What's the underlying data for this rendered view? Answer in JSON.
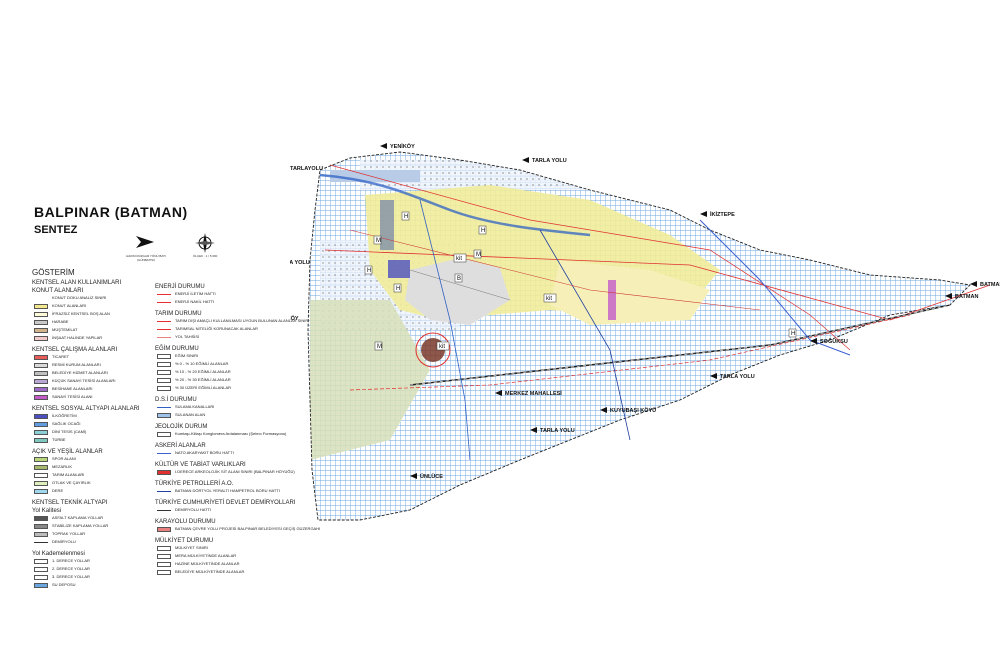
{
  "title": "BALPINAR (BATMAN)",
  "subtitle": "SENTEZ",
  "north_caption": "HAKIM RÜZGAR YÖNÜ BATI (GÜNBATISI)",
  "compass_label": "KUZEY",
  "scale_note": "ÖLÇEK : 1 / 5 000",
  "legend": {
    "heading": "GÖSTERİM",
    "sections": [
      {
        "name": "col1_kentsel",
        "title": "KENTSEL ALAN KULLANIMLARI",
        "sub": "KONUT ALANLARI",
        "items": [
          {
            "label": "KONUT DOKU ANALİZ SINIRI",
            "color": "#ffffff",
            "kind": "line"
          },
          {
            "label": "KONUT ALANLARI",
            "color": "#f3e88e",
            "kind": "box"
          },
          {
            "label": "İFRAZSIZ KENTSEL BOŞ ALAN",
            "color": "#fdfbd8",
            "kind": "box"
          },
          {
            "label": "HARABE",
            "color": "#c9c9c9",
            "kind": "box"
          },
          {
            "label": "MÜŞTEMİLAT",
            "color": "#d2b48c",
            "kind": "box"
          },
          {
            "label": "İNŞAAT HALİNDE YAPILAR",
            "color": "#f4c9c9",
            "kind": "box"
          }
        ]
      },
      {
        "name": "col1_calisma",
        "title": "KENTSEL ÇALIŞMA ALANLARI",
        "items": [
          {
            "label": "TİCARET",
            "color": "#e85c5c",
            "kind": "box"
          },
          {
            "label": "RESMİ KURUM ALANLARI",
            "color": "#d9d9d9",
            "kind": "box"
          },
          {
            "label": "BELEDİYE HİZMET ALANLARI",
            "color": "#bfbfbf",
            "kind": "box"
          },
          {
            "label": "KÜÇÜK SANAYİ TESİSİ ALANLARI",
            "color": "#b7a6d6",
            "kind": "box"
          },
          {
            "label": "BESİHANE ALANLARI",
            "color": "#9d6ac7",
            "kind": "box"
          },
          {
            "label": "SANAYİ TESİSİ ALANI",
            "color": "#c35bc9",
            "kind": "box"
          }
        ]
      },
      {
        "name": "col1_sosyal",
        "title": "KENTSEL SOSYAL ALTYAPI ALANLARI",
        "items": [
          {
            "label": "İLKÖĞRETİM",
            "color": "#4b4fbf",
            "kind": "box"
          },
          {
            "label": "SAĞLIK OCAĞI",
            "color": "#5f9de0",
            "kind": "box"
          },
          {
            "label": "DİNİ TESİS (CAMİ)",
            "color": "#8bd0d6",
            "kind": "box"
          },
          {
            "label": "TÜRBE",
            "color": "#7fc8c0",
            "kind": "box"
          }
        ]
      },
      {
        "name": "col1_acik",
        "title": "AÇIK VE YEŞİL ALANLAR",
        "items": [
          {
            "label": "SPOR ALANI",
            "color": "#b9d67a",
            "kind": "box"
          },
          {
            "label": "MEZARLIK",
            "color": "#a6b86b",
            "kind": "box"
          },
          {
            "label": "TARIM ALANLARI",
            "color": "#ffffff",
            "kind": "box"
          },
          {
            "label": "OTLAK VE ÇAYIRLIK",
            "color": "#dfeebd",
            "kind": "box"
          },
          {
            "label": "DERE",
            "color": "#9fd7ef",
            "kind": "box"
          }
        ]
      },
      {
        "name": "col1_teknik",
        "title": "KENTSEL TEKNİK ALTYAPI",
        "sub": "Yol Kalitesi",
        "items": [
          {
            "label": "ASFALT KAPLAMA YOLLAR",
            "color": "#555555",
            "kind": "box"
          },
          {
            "label": "STABİLİZE KAPLAMA YOLLAR",
            "color": "#888888",
            "kind": "box"
          },
          {
            "label": "TOPRAK YOLLAR",
            "color": "#bbbbbb",
            "kind": "box"
          },
          {
            "label": "DEMİRYOLU",
            "color": "#333333",
            "kind": "line"
          }
        ]
      },
      {
        "name": "col1_kademe",
        "title": "Yol Kademelenmesi",
        "items": [
          {
            "label": "1. DERECE YOLLAR",
            "color": "#ffffff",
            "kind": "box"
          },
          {
            "label": "2. DERECE YOLLAR",
            "color": "#ffffff",
            "kind": "box"
          },
          {
            "label": "3. DERECE YOLLAR",
            "color": "#ffffff",
            "kind": "box"
          },
          {
            "label": "SU DEPOSU",
            "color": "#6aa6e0",
            "kind": "box"
          }
        ]
      },
      {
        "name": "col2_enerji",
        "title": "ENERJİ DURUMU",
        "items": [
          {
            "label": "ENERJİ İLETİM HATTI",
            "color": "#e03030",
            "kind": "line"
          },
          {
            "label": "ENERJİ NAKİL HATTI",
            "color": "#e03030",
            "kind": "line"
          }
        ]
      },
      {
        "name": "col2_tarim",
        "title": "TARIM DURUMU",
        "items": [
          {
            "label": "TARIM DIŞI AMAÇLI KULLANILMASI UYGUN BULUNAN ALANLAR SINIRI",
            "color": "#e03030",
            "kind": "line"
          },
          {
            "label": "TARIMSAL NİTELİĞİ KORUNACAK ALANLAR",
            "color": "#e03030",
            "kind": "line"
          },
          {
            "label": "YOL TAHSİSİ",
            "color": "#e88080",
            "kind": "line"
          }
        ]
      },
      {
        "name": "col2_egim",
        "title": "EĞİM DURUMU",
        "items": [
          {
            "label": "EĞİM SINIRI",
            "color": "#ffffff",
            "kind": "box"
          },
          {
            "label": "% 0 - % 10 EĞİMLİ ALANLAR",
            "color": "#ffffff",
            "kind": "box"
          },
          {
            "label": "% 10 - % 20 EĞİMLİ ALANLAR",
            "color": "#ffffff",
            "kind": "box"
          },
          {
            "label": "% 20 - % 30 EĞİMLİ ALANLAR",
            "color": "#ffffff",
            "kind": "box"
          },
          {
            "label": "% 30 ÜZERİ EĞİMLİ ALANLAR",
            "color": "#ffffff",
            "kind": "box"
          }
        ]
      },
      {
        "name": "col2_dsi",
        "title": "D.S.İ DURUMU",
        "items": [
          {
            "label": "SULAMA KANALLARI",
            "color": "#3060c0",
            "kind": "line"
          },
          {
            "label": "SULANAN ALAN",
            "color": "#9ec3ea",
            "kind": "box"
          }
        ]
      },
      {
        "name": "col2_jeoloji",
        "title": "JEOLOJİK DURUM",
        "items": [
          {
            "label": "Kumtaşı-Kiltaşı Konglomera Ardalanması (Şelmo Formasyonu)",
            "color": "#ffffff",
            "kind": "box"
          }
        ]
      },
      {
        "name": "col2_askeri",
        "title": "ASKERİ ALANLAR",
        "items": [
          {
            "label": "NATO AKARYAKIT BORU HATTI",
            "color": "#3a5fd0",
            "kind": "line"
          }
        ]
      },
      {
        "name": "col2_kultur",
        "title": "KÜLTÜR VE TABİAT VARLIKLARI",
        "items": [
          {
            "label": "I.DERECE ARKEOLOJİK SİT ALANI SINIRI (BALPINAR HÖYÜĞÜ)",
            "color": "#e03030",
            "kind": "box"
          }
        ]
      },
      {
        "name": "col2_tpao",
        "title": "TÜRKİYE PETROLLERİ A.O.",
        "items": [
          {
            "label": "BATMAN DÖRTYOL YERALTI HAMPETROL BORU HATTI",
            "color": "#2040a0",
            "kind": "line"
          }
        ]
      },
      {
        "name": "col2_tcdd",
        "title": "TÜRKİYE CUMHURİYETİ DEVLET DEMİRYOLLARI",
        "items": [
          {
            "label": "DEMİRYOLU HATTI",
            "color": "#333333",
            "kind": "line"
          }
        ]
      },
      {
        "name": "col2_karayolu",
        "title": "KARAYOLU DURUMU",
        "items": [
          {
            "label": "BATMAN ÇEVRE YOLU PROJESİ BALPINAR BELEDİYESİ GEÇİŞ GÜZERGAHI",
            "color": "#e88080",
            "kind": "box"
          }
        ]
      },
      {
        "name": "col2_mulkiyet",
        "title": "MÜLKİYET DURUMU",
        "items": [
          {
            "label": "MÜLKİYET SINIRI",
            "color": "#ffffff",
            "kind": "box"
          },
          {
            "label": "MERA MÜLKİYETİNDE ALANLAR",
            "color": "#ffffff",
            "kind": "box"
          },
          {
            "label": "HAZİNE MÜLKİYETİNDE ALANLAR",
            "color": "#ffffff",
            "kind": "box"
          },
          {
            "label": "BELEDİYE MÜLKİYETİNDE ALANLAR",
            "color": "#ffffff",
            "kind": "box"
          }
        ]
      }
    ]
  },
  "map": {
    "place_labels": [
      "YENİKÖY",
      "TARLA YOLU",
      "TARLAYOLU",
      "TARLA YOLU",
      "ZORKÖY",
      "İKİZTEPE",
      "BATMAN",
      "BATMAN",
      "SOĞUKSU",
      "TARLA YOLU",
      "KUYUBAŞI KÖYÜ",
      "TARLA YOLU",
      "ÜNLÜCE",
      "MERKEZ MAHALLESİ"
    ],
    "zone_labels": [
      "H",
      "H",
      "H",
      "H",
      "M",
      "M",
      "B",
      "kit",
      "kit",
      "kit",
      "H",
      "M"
    ],
    "colors": {
      "grid_blue": "#6fa6dd",
      "settlement_yellow": "#f1ec9a",
      "pasture_green": "#d7dfb9",
      "road_red": "#e03030",
      "canal_blue": "#2f62c6",
      "rail_dark": "#222222"
    }
  }
}
